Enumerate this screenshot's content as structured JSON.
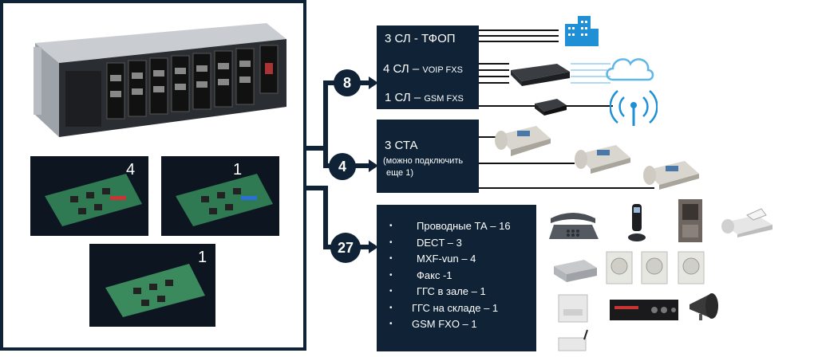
{
  "cards": [
    {
      "count": "4"
    },
    {
      "count": "1"
    },
    {
      "count": "1"
    }
  ],
  "badges": {
    "lines_count": "8",
    "sta_count": "4",
    "devices_count": "27"
  },
  "box_lines": {
    "row1": "3 СЛ - ТФОП",
    "row2_main": "4 СЛ – ",
    "row2_sub": "VOIP FXS",
    "row3_main": "1 СЛ – ",
    "row3_sub": "GSM FXS"
  },
  "box_sta": {
    "title": "3 СТА",
    "note_line1": "(можно подключить",
    "note_line2": "еще 1)"
  },
  "box_devices": {
    "items": [
      "Проводные ТА – 16",
      "DECT – 3",
      "MXF-vun  – 4",
      "Факс -1",
      "ГГС  в зале – 1",
      "ГГС на складе – 1",
      "GSM  FXO – 1"
    ],
    "bullet": "•"
  },
  "colors": {
    "navy": "#0f2236",
    "cloud": "#5fb6e8",
    "building": "#1f8fd6"
  },
  "icons": [
    "building-icon",
    "cloud-icon",
    "antenna-icon",
    "voip-gateway-icon",
    "gsm-gateway-icon",
    "office-phone-icon",
    "desk-phone-icon",
    "dect-phone-icon",
    "intercom-panel-icon",
    "fax-icon",
    "speaker-icon",
    "amplifier-icon",
    "horn-speaker-icon"
  ]
}
